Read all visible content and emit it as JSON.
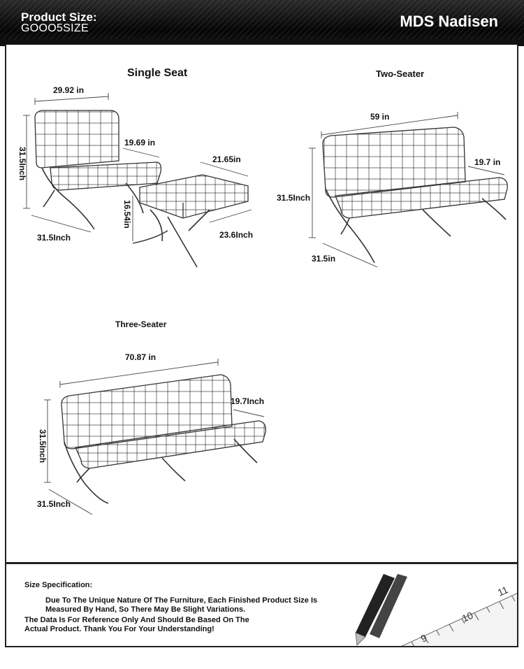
{
  "header": {
    "title_line1": "Product Size:",
    "title_line2": "GOOO5SIZE",
    "brand": "MDS Nadisen"
  },
  "single_seat": {
    "title": "Single Seat",
    "width": "29.92 in",
    "height": "31.5Inch",
    "depth": "31.5Inch",
    "seat_height": "19.69 in",
    "ottoman_width": "21.65in",
    "ottoman_height": "16.54in",
    "ottoman_depth": "23.6Inch"
  },
  "two_seater": {
    "title": "Two-Seater",
    "width": "59 in",
    "height": "31.5Inch",
    "depth": "31.5in",
    "seat_height": "19.7 in"
  },
  "three_seater": {
    "title": "Three-Seater",
    "width": "70.87 in",
    "height": "31.5Inch",
    "depth": "31.5Inch",
    "seat_height": "19.7Inch"
  },
  "footer": {
    "heading": "Size Specification:",
    "line1": "Due To The Unique Nature Of The Furniture, Each Finished Product Size Is",
    "line2": "Measured By Hand, So There May Be Slight Variations.",
    "line3": "The Data Is For Reference Only And Should Be Based On The",
    "line4": "Actual Product. Thank You For Your Understanding!",
    "ruler_numbers": [
      "9",
      "10",
      "11"
    ]
  },
  "colors": {
    "header_bg": "#0a0a0a",
    "text": "#111111",
    "line": "#333333"
  }
}
